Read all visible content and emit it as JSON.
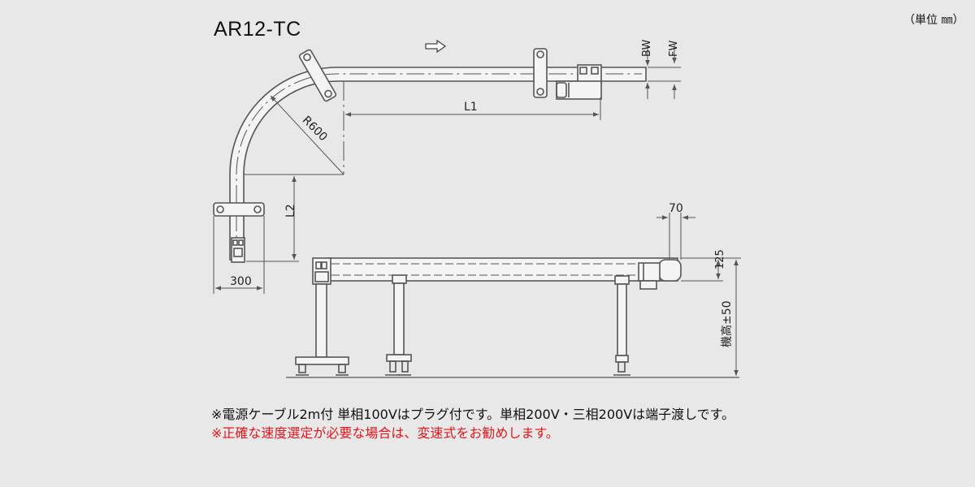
{
  "title": "AR12-TC",
  "unit_label": "（単位 ㎜）",
  "dimensions": {
    "bw": "BW",
    "fw": "FW",
    "l1": "L1",
    "l2": "L2",
    "radius": "R600",
    "width_300": "300",
    "head_70": "70",
    "height_125": "125",
    "machine_height": "機高±50"
  },
  "notes": {
    "power": "※電源ケーブル2m付 単相100Vはプラグ付です。単相200V・三相200Vは端子渡しです。",
    "speed": "※正確な速度選定が必要な場合は、変速式をお勧めします。"
  },
  "colors": {
    "background": "#e8e8e8",
    "line": "#555555",
    "belt_fill": "#f4f4f4",
    "note_red": "#e8141a"
  },
  "icons": {
    "direction": "right-arrow-icon"
  }
}
